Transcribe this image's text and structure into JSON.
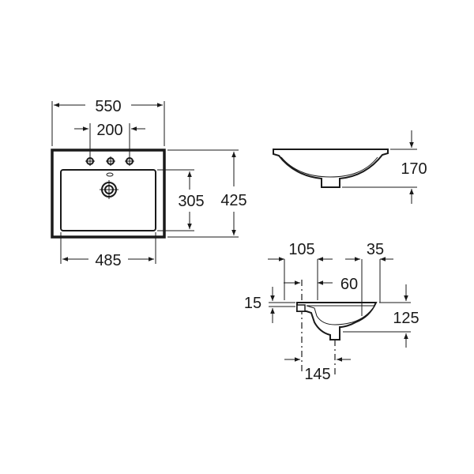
{
  "dimensions": {
    "top_width": "550",
    "tap_spacing": "200",
    "outer_depth": "425",
    "inner_depth": "305",
    "inner_width": "485",
    "side_height": "170",
    "section_left": "105",
    "section_right": "35",
    "section_offset": "60",
    "section_rim": "15",
    "section_depth": "125",
    "section_drain": "145"
  },
  "icons": [
    "arrow-icon",
    "tap-hole-icon",
    "drain-icon"
  ]
}
